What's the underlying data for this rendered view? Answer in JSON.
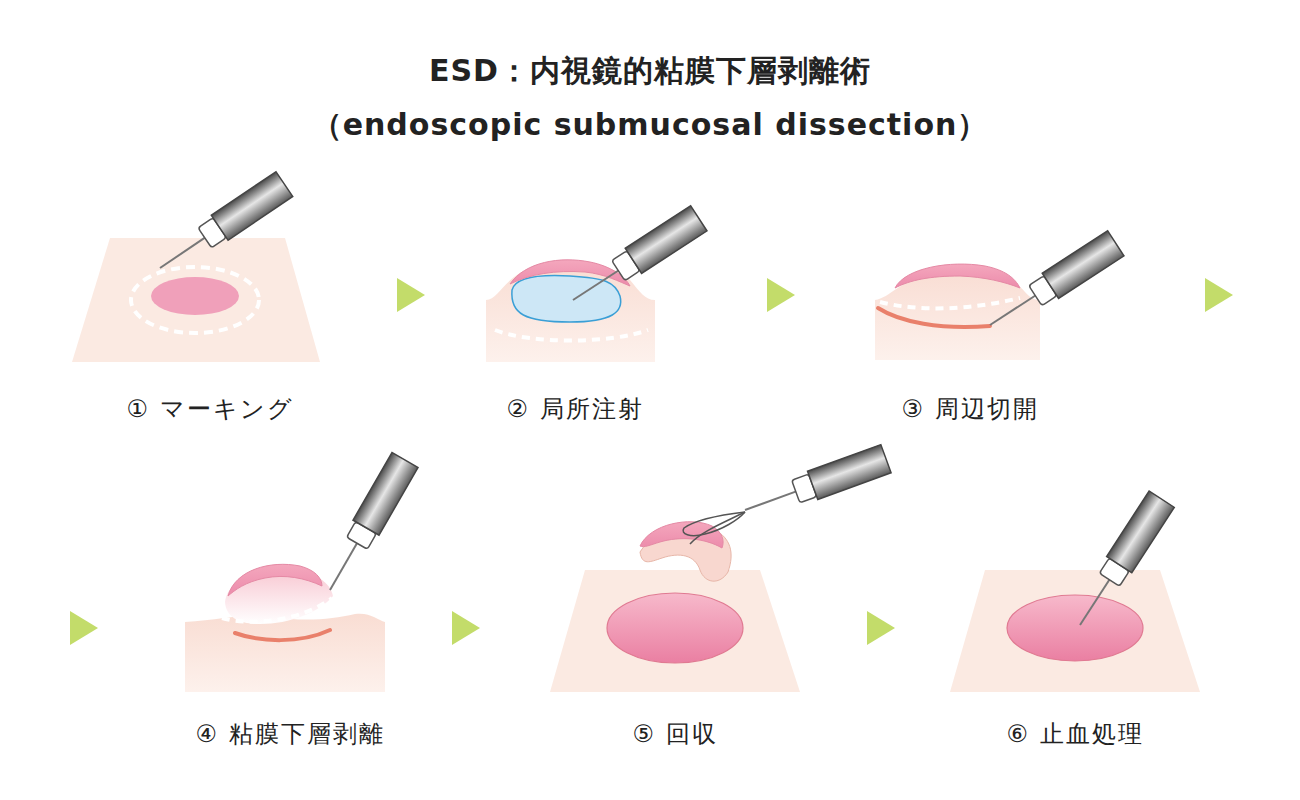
{
  "diagram": {
    "title": "ESD：内視鏡的粘膜下層剥離術 （endoscopic submucosal dissection）",
    "nodes": [
      {
        "text": [
          "① マーキング"
        ]
      },
      {
        "text": [
          "② 局所注射"
        ]
      },
      {
        "text": [
          "③ 周辺切開"
        ]
      },
      {
        "text": [
          "④ 粘膜下層剥離"
        ]
      },
      {
        "text": [
          "⑤ 回収"
        ]
      },
      {
        "text": [
          "⑥ 止血処理"
        ]
      }
    ],
    "edges": [
      {
        "from": 0,
        "to": 1,
        "arrow": "to"
      },
      {
        "from": 1,
        "to": 2,
        "arrow": "to"
      },
      {
        "from": 2,
        "to": 3,
        "arrow": "to"
      },
      {
        "from": 3,
        "to": 4,
        "arrow": "to"
      },
      {
        "from": 4,
        "to": 5,
        "arrow": "to"
      }
    ]
  }
}
